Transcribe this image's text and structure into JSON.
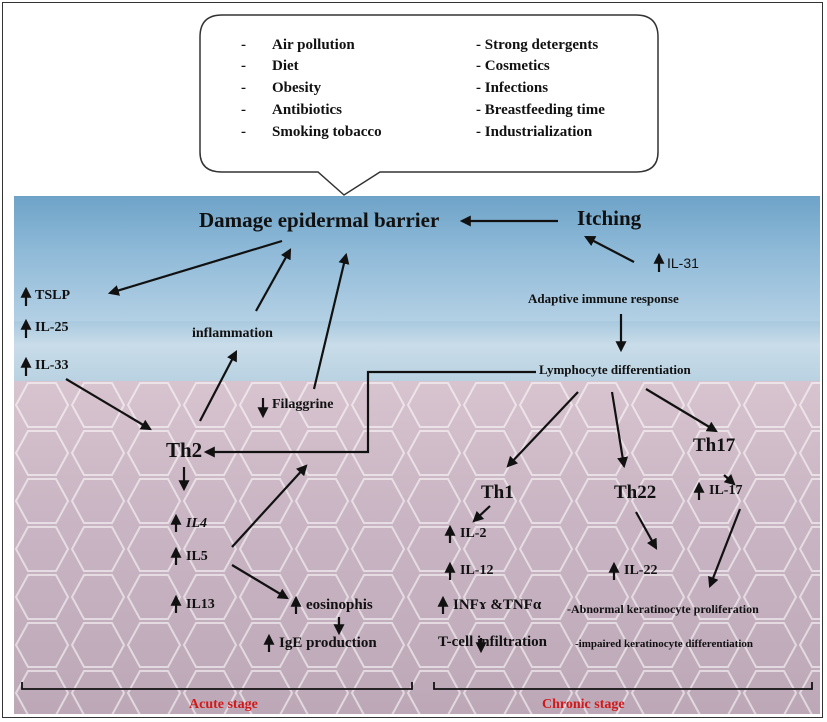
{
  "risk_factors": {
    "left": [
      "Air pollution",
      "Diet",
      "Obesity",
      "Antibiotics",
      "Smoking tobacco"
    ],
    "right": [
      "- Strong detergents",
      "- Cosmetics",
      "- Infections",
      "- Breastfeeding time",
      "- Industrialization"
    ],
    "bullet": "-"
  },
  "labels": {
    "damage": "Damage epidermal barrier",
    "itching": "Itching",
    "il31": "IL-31",
    "tslp": "TSLP",
    "il25": "IL-25",
    "il33": "IL-33",
    "inflammation": "inflammation",
    "adaptive": "Adaptive immune response",
    "lymphocyte": "Lymphocyte differentiation",
    "filaggrine": "Filaggrine",
    "th2": "Th2",
    "il4": "IL4",
    "il5": "IL5",
    "il13": "IL13",
    "eosinophis": "eosinophis",
    "ige": "IgE production",
    "th1": "Th1",
    "il2": "IL-2",
    "il12": "IL-12",
    "infg": "INFɤ &TNFα",
    "tcell": "T-cell infiltration",
    "th22": "Th22",
    "il22": "IL-22",
    "th17": "Th17",
    "il17": "IL-17",
    "abnormal": "-Abnormal keratinocyte proliferation",
    "impaired": "-impaired keratinocyte differentiation",
    "acute": "Acute stage",
    "chronic": "Chronic stage"
  },
  "colors": {
    "stage_label": "#d21919",
    "arrow": "#111111"
  }
}
